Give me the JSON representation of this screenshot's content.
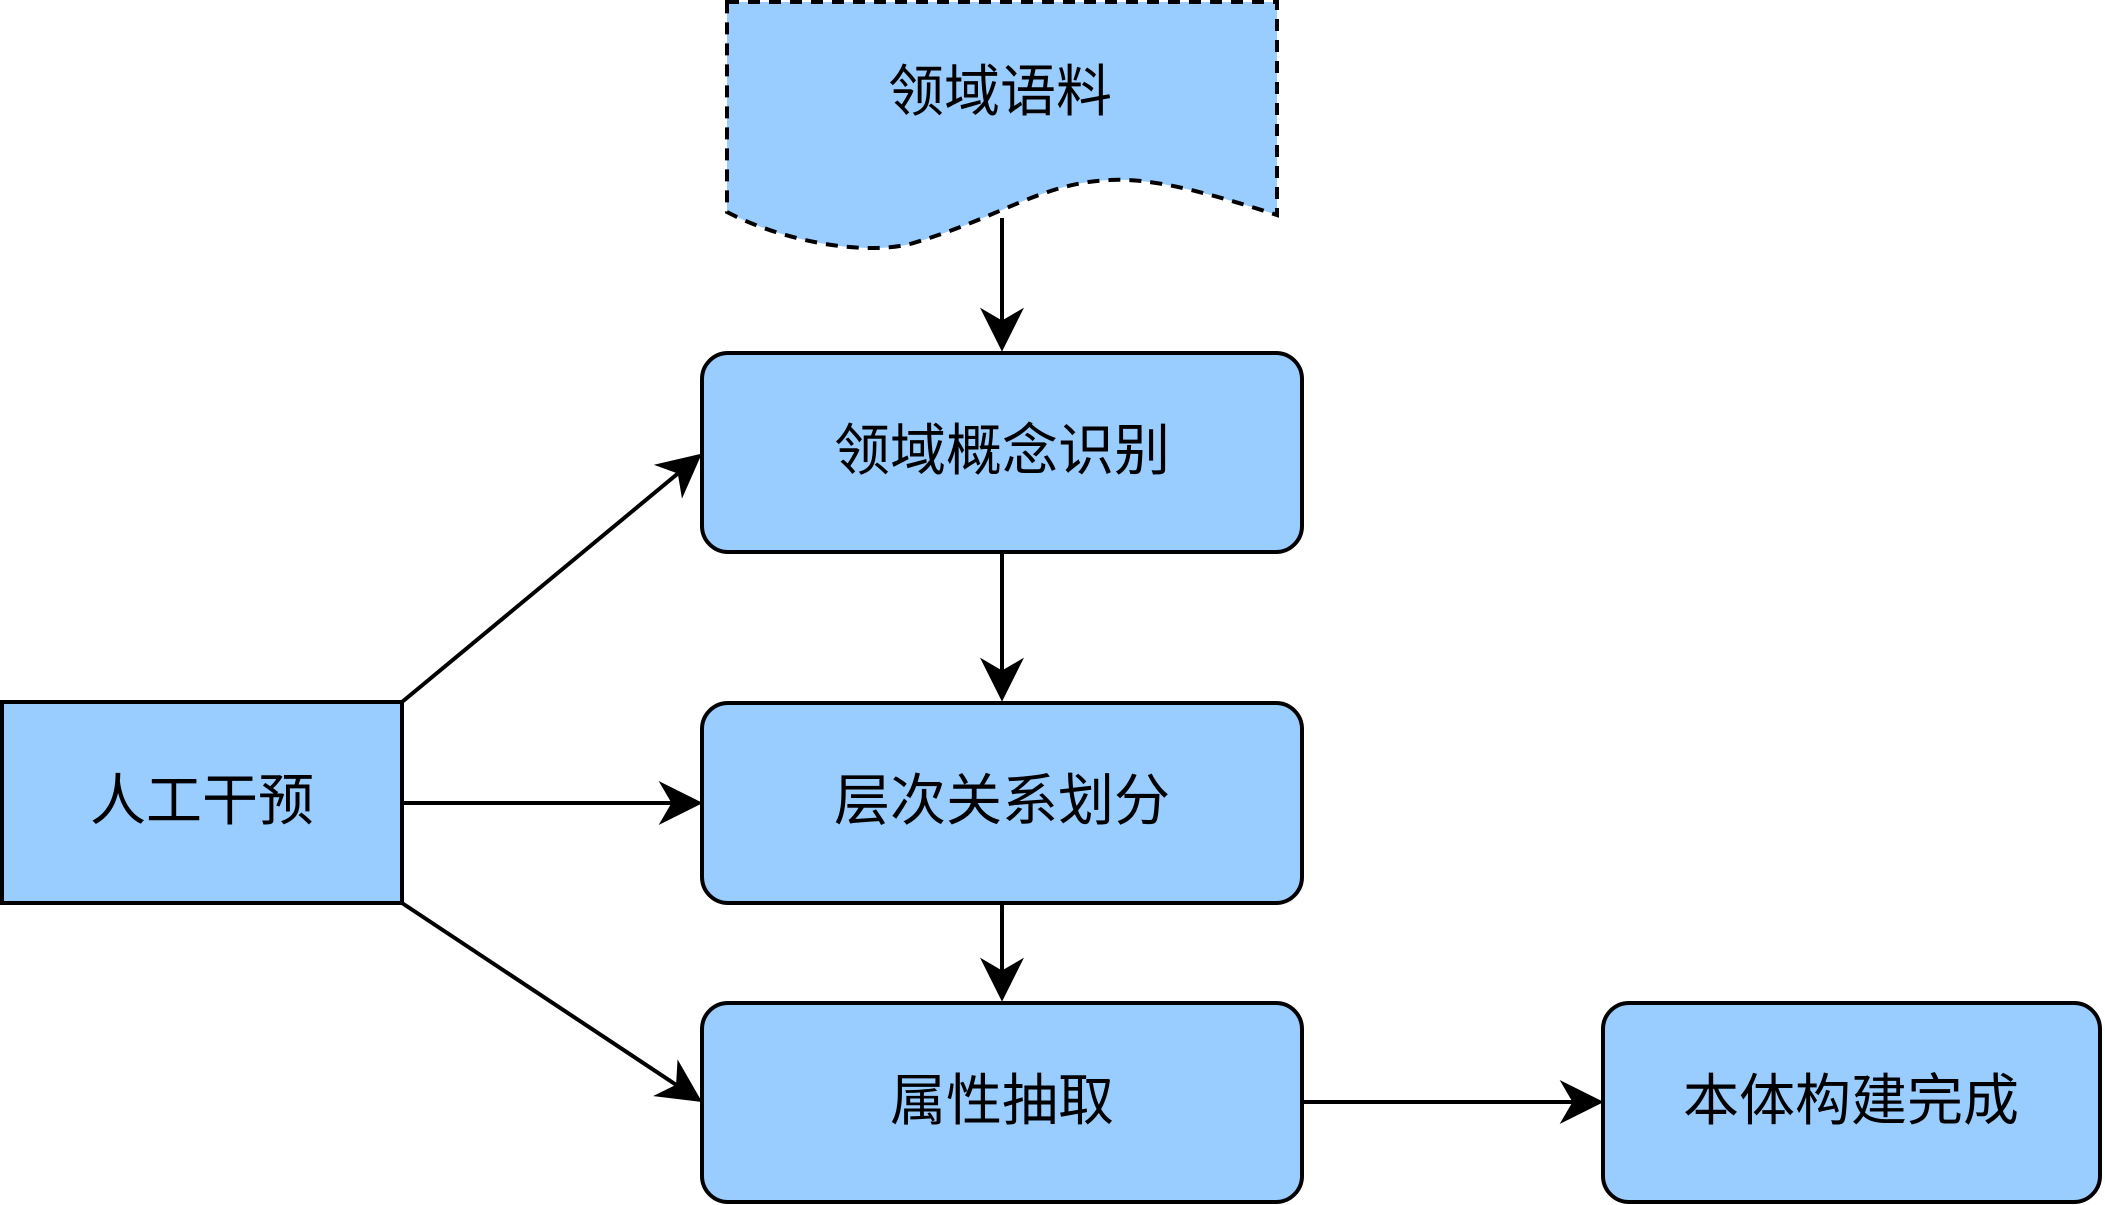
{
  "diagram": {
    "colors": {
      "node_fill": "#99ccff",
      "stroke": "#000000",
      "background": "#ffffff"
    },
    "nodes": {
      "corpus": {
        "label": "领域语料",
        "shape": "document-dashed"
      },
      "concept": {
        "label": "领域概念识别",
        "shape": "rounded-rect"
      },
      "hierarchy": {
        "label": "层次关系划分",
        "shape": "rounded-rect"
      },
      "attribute": {
        "label": "属性抽取",
        "shape": "rounded-rect"
      },
      "manual": {
        "label": "人工干预",
        "shape": "rect"
      },
      "complete": {
        "label": "本体构建完成",
        "shape": "rounded-rect"
      }
    },
    "edges": [
      {
        "from": "corpus",
        "to": "concept"
      },
      {
        "from": "concept",
        "to": "hierarchy"
      },
      {
        "from": "hierarchy",
        "to": "attribute"
      },
      {
        "from": "attribute",
        "to": "complete"
      },
      {
        "from": "manual",
        "to": "concept"
      },
      {
        "from": "manual",
        "to": "hierarchy"
      },
      {
        "from": "manual",
        "to": "attribute"
      }
    ]
  }
}
